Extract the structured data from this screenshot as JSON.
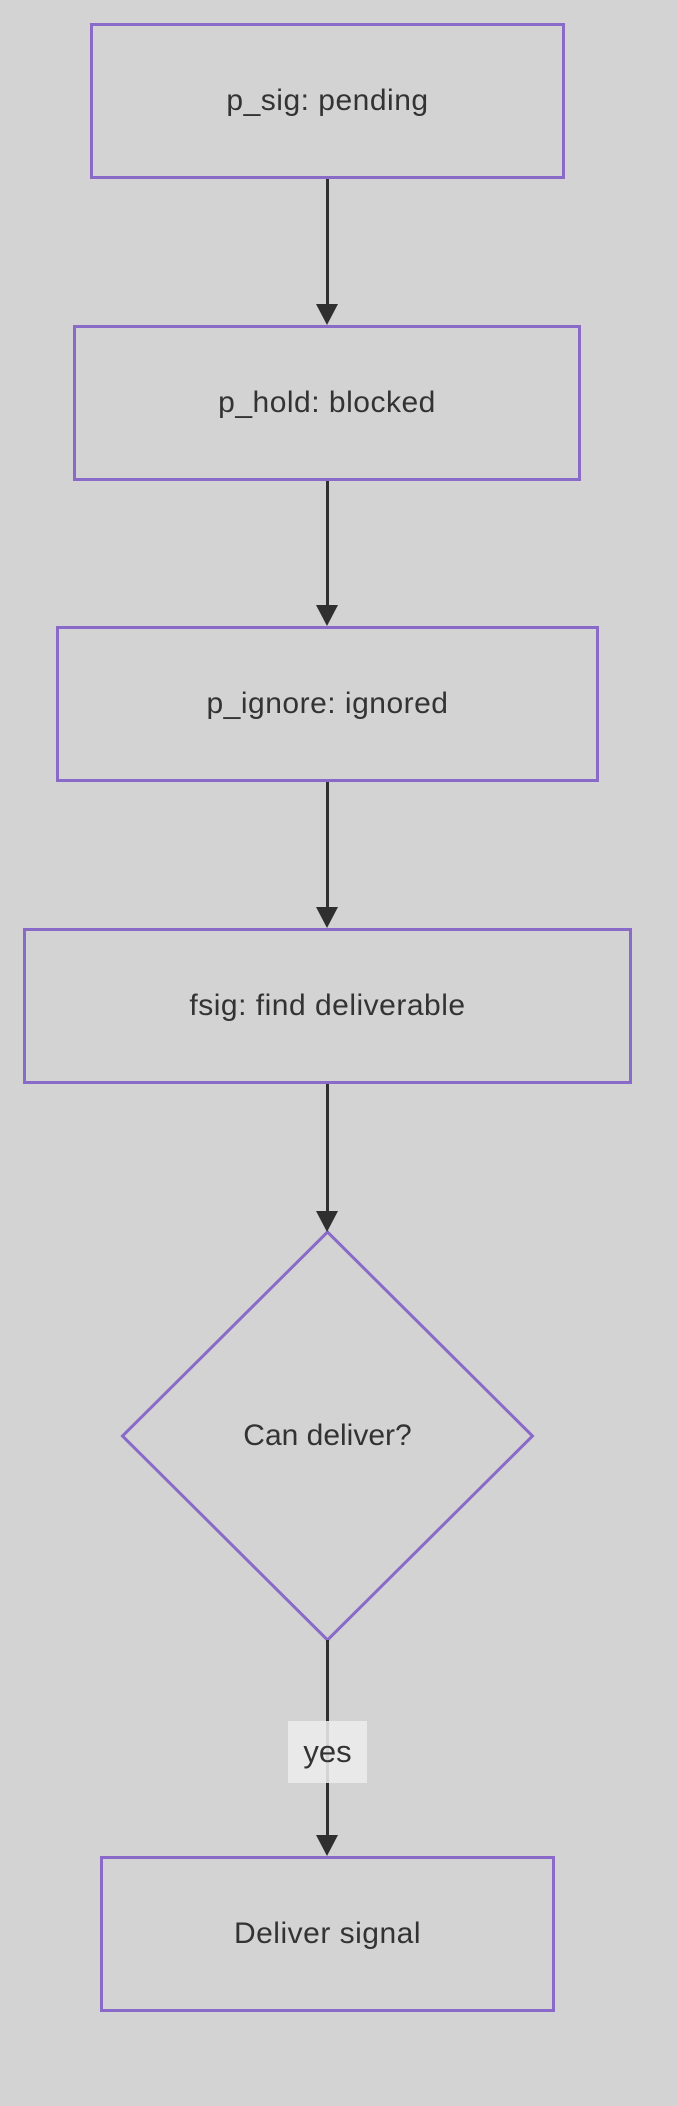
{
  "diagram": {
    "type": "flowchart",
    "direction": "top-down",
    "nodes": [
      {
        "id": "p_sig",
        "shape": "rect",
        "label": "p_sig: pending"
      },
      {
        "id": "p_hold",
        "shape": "rect",
        "label": "p_hold: blocked"
      },
      {
        "id": "p_ignore",
        "shape": "rect",
        "label": "p_ignore: ignored"
      },
      {
        "id": "fsig",
        "shape": "rect",
        "label": "fsig: find deliverable"
      },
      {
        "id": "can_deliver",
        "shape": "diamond",
        "label": "Can deliver?"
      },
      {
        "id": "deliver",
        "shape": "rect",
        "label": "Deliver signal"
      }
    ],
    "edges": [
      {
        "from": "p_sig",
        "to": "p_hold",
        "label": ""
      },
      {
        "from": "p_hold",
        "to": "p_ignore",
        "label": ""
      },
      {
        "from": "p_ignore",
        "to": "fsig",
        "label": ""
      },
      {
        "from": "fsig",
        "to": "can_deliver",
        "label": ""
      },
      {
        "from": "can_deliver",
        "to": "deliver",
        "label": "yes"
      }
    ],
    "colors": {
      "background": "#d3d3d3",
      "node_fill": "#d3d3d3",
      "node_border": "#8a6ac8",
      "edge": "#2f2f2f",
      "text": "#333333"
    }
  }
}
